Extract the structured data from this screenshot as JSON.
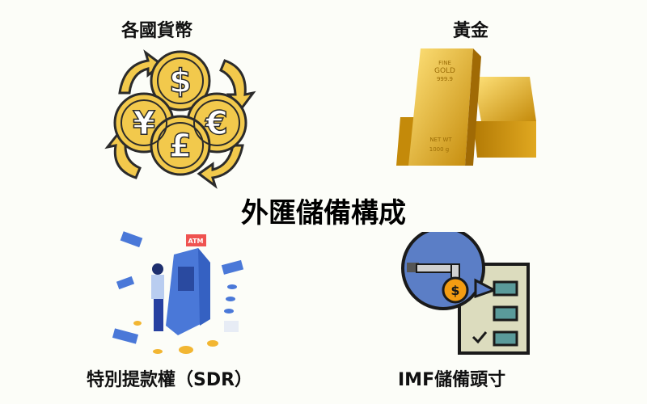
{
  "title": "外匯儲備構成",
  "quadrants": [
    {
      "id": "currencies",
      "label": "各國貨幣",
      "icon": "currency-exchange-icon",
      "symbols": [
        "$",
        "¥",
        "€",
        "£"
      ]
    },
    {
      "id": "gold",
      "label": "黃金",
      "icon": "gold-bars-icon",
      "bar_text": [
        "FINE",
        "GOLD",
        "999.9",
        "NET WT",
        "1000 g"
      ]
    },
    {
      "id": "sdr",
      "label": "特別提款權（SDR）",
      "icon": "atm-icon",
      "sign": "ATM"
    },
    {
      "id": "imf",
      "label": "IMF儲備頭寸",
      "icon": "imf-reserve-checklist-icon",
      "coin_symbol": "$"
    }
  ],
  "colors": {
    "background": "#fcfdf8",
    "coin": "#f2c94c",
    "gold": "#d9a514",
    "atm": "#4a78d8",
    "atm_sign": "#ef5350",
    "bubble": "#5b7ec6",
    "checklist": "#dcdcbe",
    "box": "#5a9a9a"
  }
}
